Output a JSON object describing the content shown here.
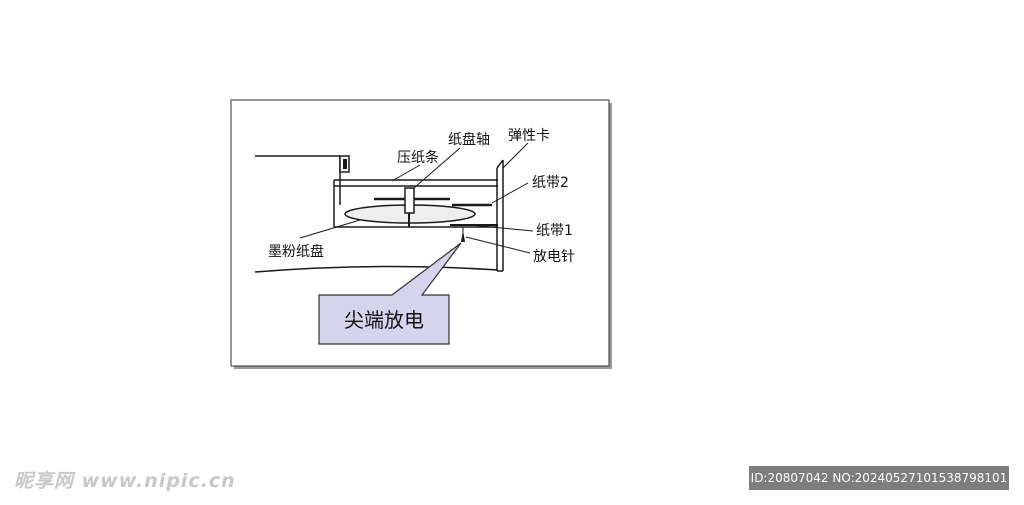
{
  "diagram": {
    "labels": {
      "paper_tray_axis": "纸盘轴",
      "elastic_clip": "弹性卡",
      "paper_press_strip": "压纸条",
      "paper_tape_2": "纸带2",
      "toner_paper_tray": "墨粉纸盘",
      "paper_tape_1": "纸带1",
      "discharge_needle": "放电针"
    },
    "callout": "尖端放电",
    "colors": {
      "line": "#1a1a1a",
      "callout_fill": "#d6d3ec",
      "callout_stroke": "#333333",
      "frame_shadow": "#9a9a9a"
    }
  },
  "watermark": {
    "left": "昵享网 www.nipic.cn",
    "right": "ID:20807042 NO:20240527101538798101"
  }
}
